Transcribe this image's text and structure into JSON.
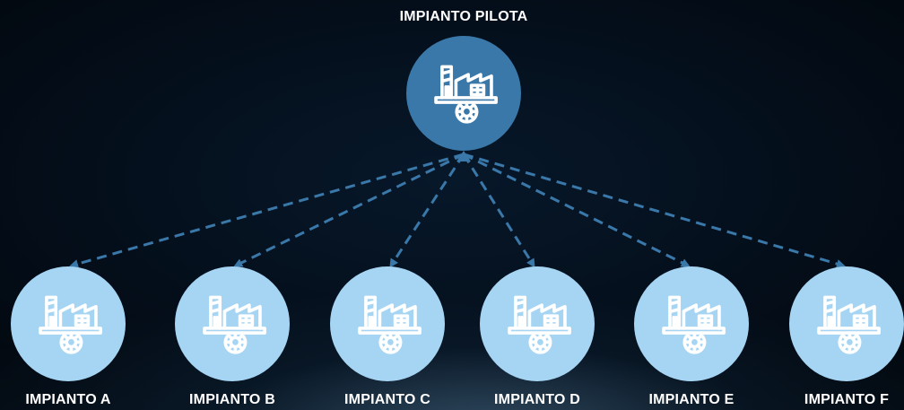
{
  "diagram": {
    "pilot": {
      "label": "IMPIANTO PILOTA",
      "icon": "factory-gear-icon",
      "color": "#3a78a9"
    },
    "children": [
      {
        "label": "IMPIANTO A",
        "icon": "factory-gear-icon"
      },
      {
        "label": "IMPIANTO B",
        "icon": "factory-gear-icon"
      },
      {
        "label": "IMPIANTO C",
        "icon": "factory-gear-icon"
      },
      {
        "label": "IMPIANTO D",
        "icon": "factory-gear-icon"
      },
      {
        "label": "IMPIANTO E",
        "icon": "factory-gear-icon"
      },
      {
        "label": "IMPIANTO F",
        "icon": "factory-gear-icon"
      }
    ],
    "child_color": "#a6d5f4",
    "arrow_color": "#3a78a9",
    "text_color": "#ffffff"
  }
}
